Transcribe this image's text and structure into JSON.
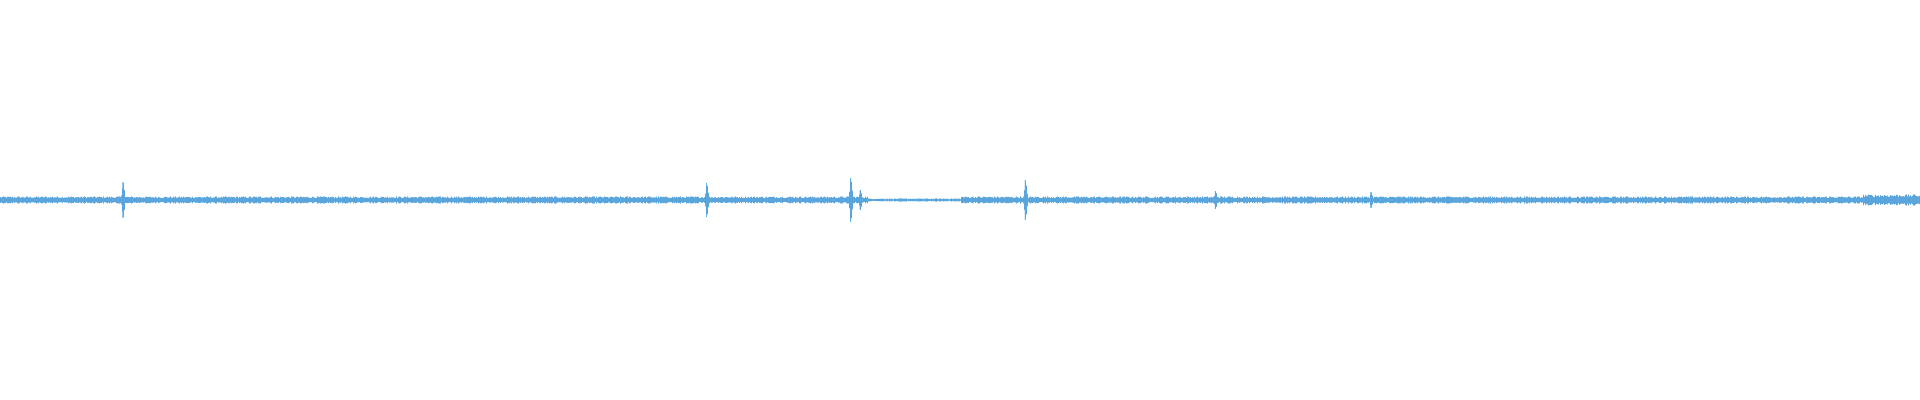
{
  "waveform": {
    "color": "#5aa6dc",
    "background": "#ffffff",
    "baseline_amplitude": 0.018,
    "spikes": [
      {
        "at": 0.064,
        "amplitude": 0.09
      },
      {
        "at": 0.368,
        "amplitude": 0.085
      },
      {
        "at": 0.443,
        "amplitude": 0.11
      },
      {
        "at": 0.448,
        "amplitude": 0.05
      },
      {
        "at": 0.534,
        "amplitude": 0.1
      },
      {
        "at": 0.633,
        "amplitude": 0.045
      },
      {
        "at": 0.714,
        "amplitude": 0.04
      }
    ],
    "quiet_region": {
      "from": 0.452,
      "to": 0.5,
      "amplitude": 0.008
    },
    "louder_end": {
      "from": 0.97,
      "to": 1.0,
      "amplitude": 0.028
    }
  }
}
